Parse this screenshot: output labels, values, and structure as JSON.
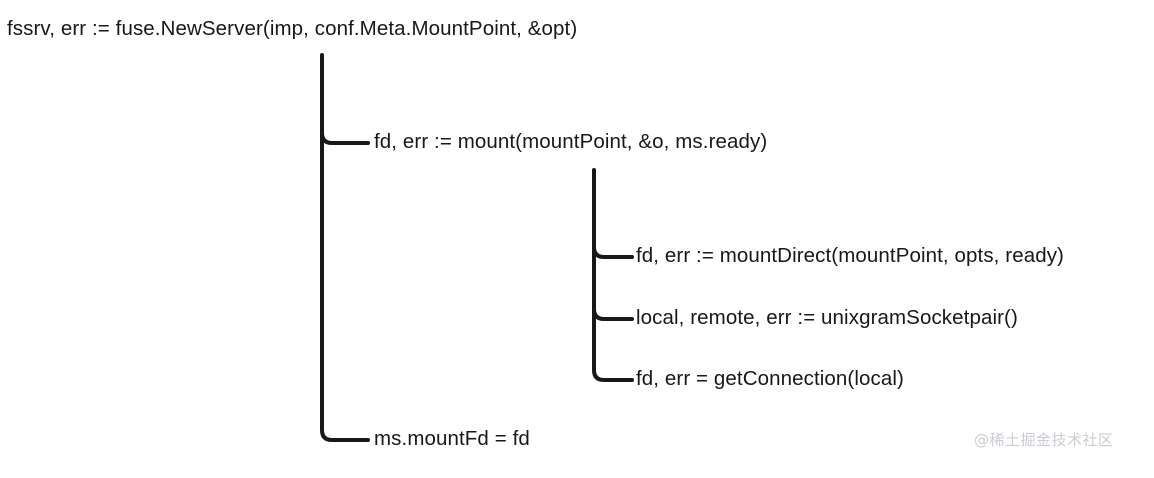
{
  "diagram": {
    "type": "call-tree",
    "background_color": "#ffffff",
    "line_color": "#18181a",
    "text_color": "#18181a",
    "line_width": 4,
    "nodes": [
      {
        "id": "root",
        "depth": 0,
        "label": "fssrv, err := fuse.NewServer(imp, conf.Meta.MountPoint, &opt)"
      },
      {
        "id": "mount",
        "depth": 1,
        "label": "fd, err := mount(mountPoint, &o, ms.ready)"
      },
      {
        "id": "mount-direct",
        "depth": 2,
        "label": "fd, err := mountDirect(mountPoint, opts, ready)"
      },
      {
        "id": "unixgram-socketpair",
        "depth": 2,
        "label": "local, remote, err := unixgramSocketpair()"
      },
      {
        "id": "get-connection",
        "depth": 2,
        "label": "fd, err = getConnection(local)"
      },
      {
        "id": "ms-mountfd",
        "depth": 1,
        "label": "ms.mountFd = fd"
      }
    ]
  },
  "watermark": {
    "text": "@稀土掘金技术社区",
    "color": "#c9cdd2"
  }
}
